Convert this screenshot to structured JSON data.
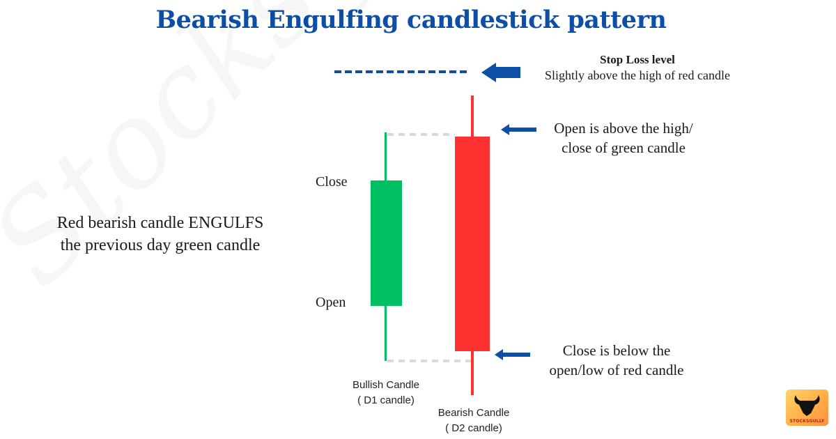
{
  "title": "Bearish Engulfing candlestick pattern",
  "watermark": "Stocksgully",
  "stop_loss": {
    "title": "Stop Loss level",
    "subtitle": "Slightly above the high of red candle",
    "line_color": "#0d4ea6"
  },
  "annotations": {
    "open_note_line1": "Open is above the high/",
    "open_note_line2": "close of green candle",
    "close_note_line1": "Close is below the",
    "close_note_line2": "open/low of red candle",
    "left_note_line1": "Red bearish candle ENGULFS",
    "left_note_line2": "the previous day green candle"
  },
  "green_candle": {
    "close_label": "Close",
    "open_label": "Open",
    "caption_line1": "Bullish Candle",
    "caption_line2": "( D1 candle)",
    "color": "#00bf63"
  },
  "red_candle": {
    "caption_line1": "Bearish Candle",
    "caption_line2": "( D2 candle)",
    "color": "#ff3131"
  },
  "colors": {
    "title": "#0d4ea6",
    "arrow": "#0d4ea6",
    "guide": "#d9d9d9"
  },
  "logo": {
    "text": "STOCKSGULLY",
    "icon": "bull-head-icon"
  },
  "chart_data": {
    "type": "candlestick",
    "title": "Bearish Engulfing candlestick pattern",
    "candles": [
      {
        "name": "Bullish Candle (D1 candle)",
        "color": "green",
        "open": 1.0,
        "close": 2.0,
        "high": 2.4,
        "low": 0.6
      },
      {
        "name": "Bearish Candle (D2 candle)",
        "color": "red",
        "open": 2.35,
        "close": 0.65,
        "high": 2.7,
        "low": 0.35
      }
    ],
    "annotations": [
      "Stop Loss level - Slightly above the high of red candle",
      "Open is above the high/close of green candle",
      "Close is below the open/low of red candle",
      "Red bearish candle ENGULFS the previous day green candle"
    ]
  }
}
